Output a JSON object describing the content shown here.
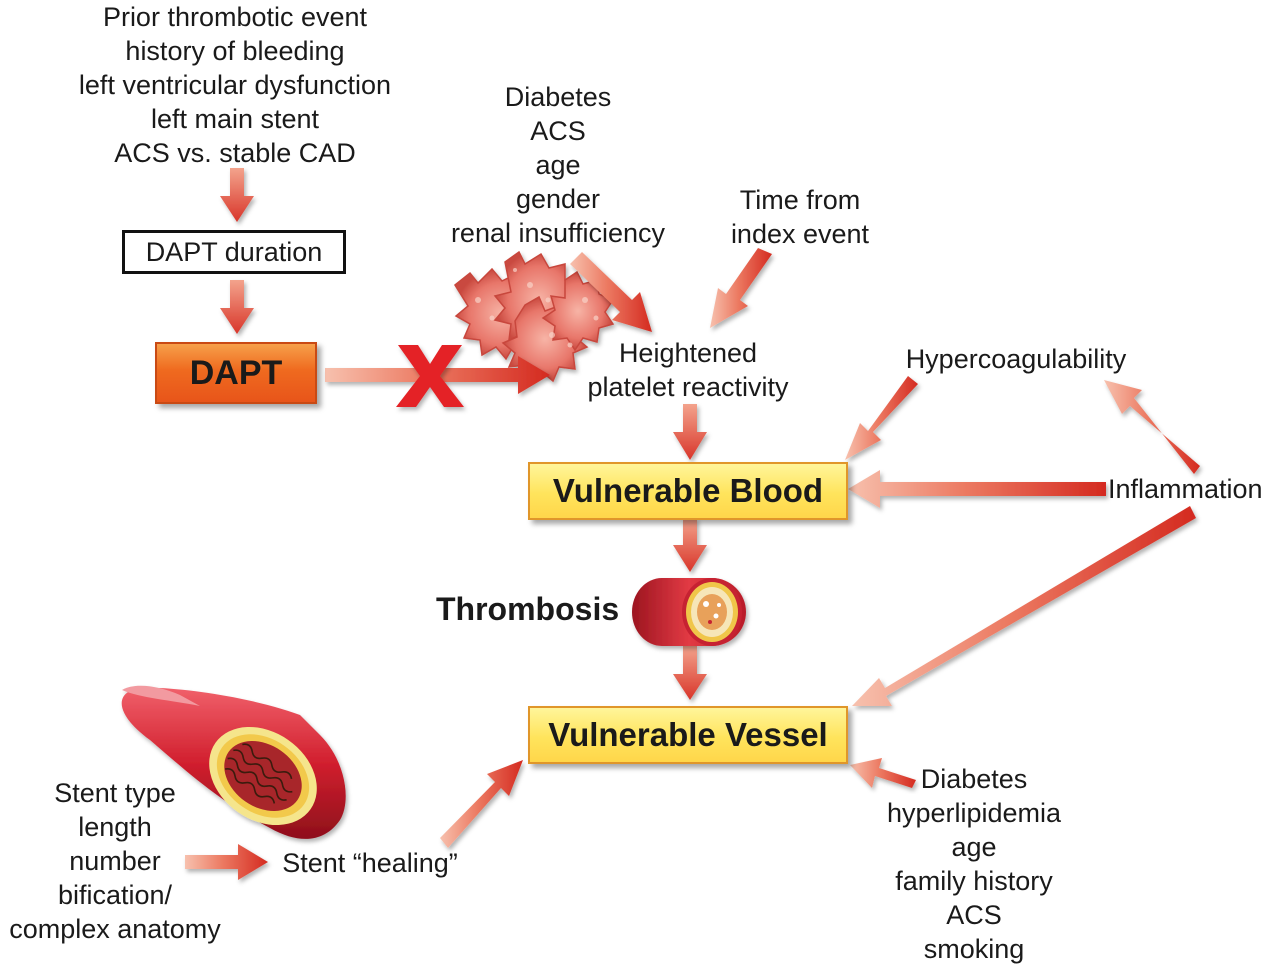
{
  "risk_factors_top": {
    "lines": [
      "Prior thrombotic event",
      "history of bleeding",
      "left ventricular dysfunction",
      "left main stent"
    ],
    "last_acs": "ACS",
    "last_rest": "vs. stable CAD"
  },
  "dapt_duration": "DAPT duration",
  "dapt": "DAPT",
  "patient_factors": [
    "Diabetes",
    "ACS",
    "age",
    "gender",
    "renal insufficiency"
  ],
  "time_from_index": [
    "Time from",
    "index event"
  ],
  "platelet_reactivity": [
    "Heightened",
    "platelet reactivity"
  ],
  "hypercoagulability": "Hypercoagulability",
  "inflammation": "Inflammation",
  "vulnerable_blood": "Vulnerable Blood",
  "thrombosis": "Thrombosis",
  "vulnerable_vessel": "Vulnerable Vessel",
  "stent_factors": [
    "Stent type",
    "length",
    "number",
    "bification/",
    "complex anatomy"
  ],
  "stent_healing": "Stent “healing”",
  "vessel_factors_top": [
    "Diabetes",
    "hyperlipidemia",
    "age",
    "family history"
  ],
  "vessel_factors_acs": "ACS",
  "vessel_factors_smoking": "smoking",
  "colors": {
    "arrow": "#d8352a",
    "arrow_light": "#f3a38c",
    "dapt_box": "#ef6a1f",
    "yellow_box": "#ffe45c",
    "block_x": "#e42025"
  },
  "icons": [
    "platelet-cluster-icon",
    "artery-cross-section-icon",
    "stented-vessel-icon",
    "block-x-icon"
  ]
}
